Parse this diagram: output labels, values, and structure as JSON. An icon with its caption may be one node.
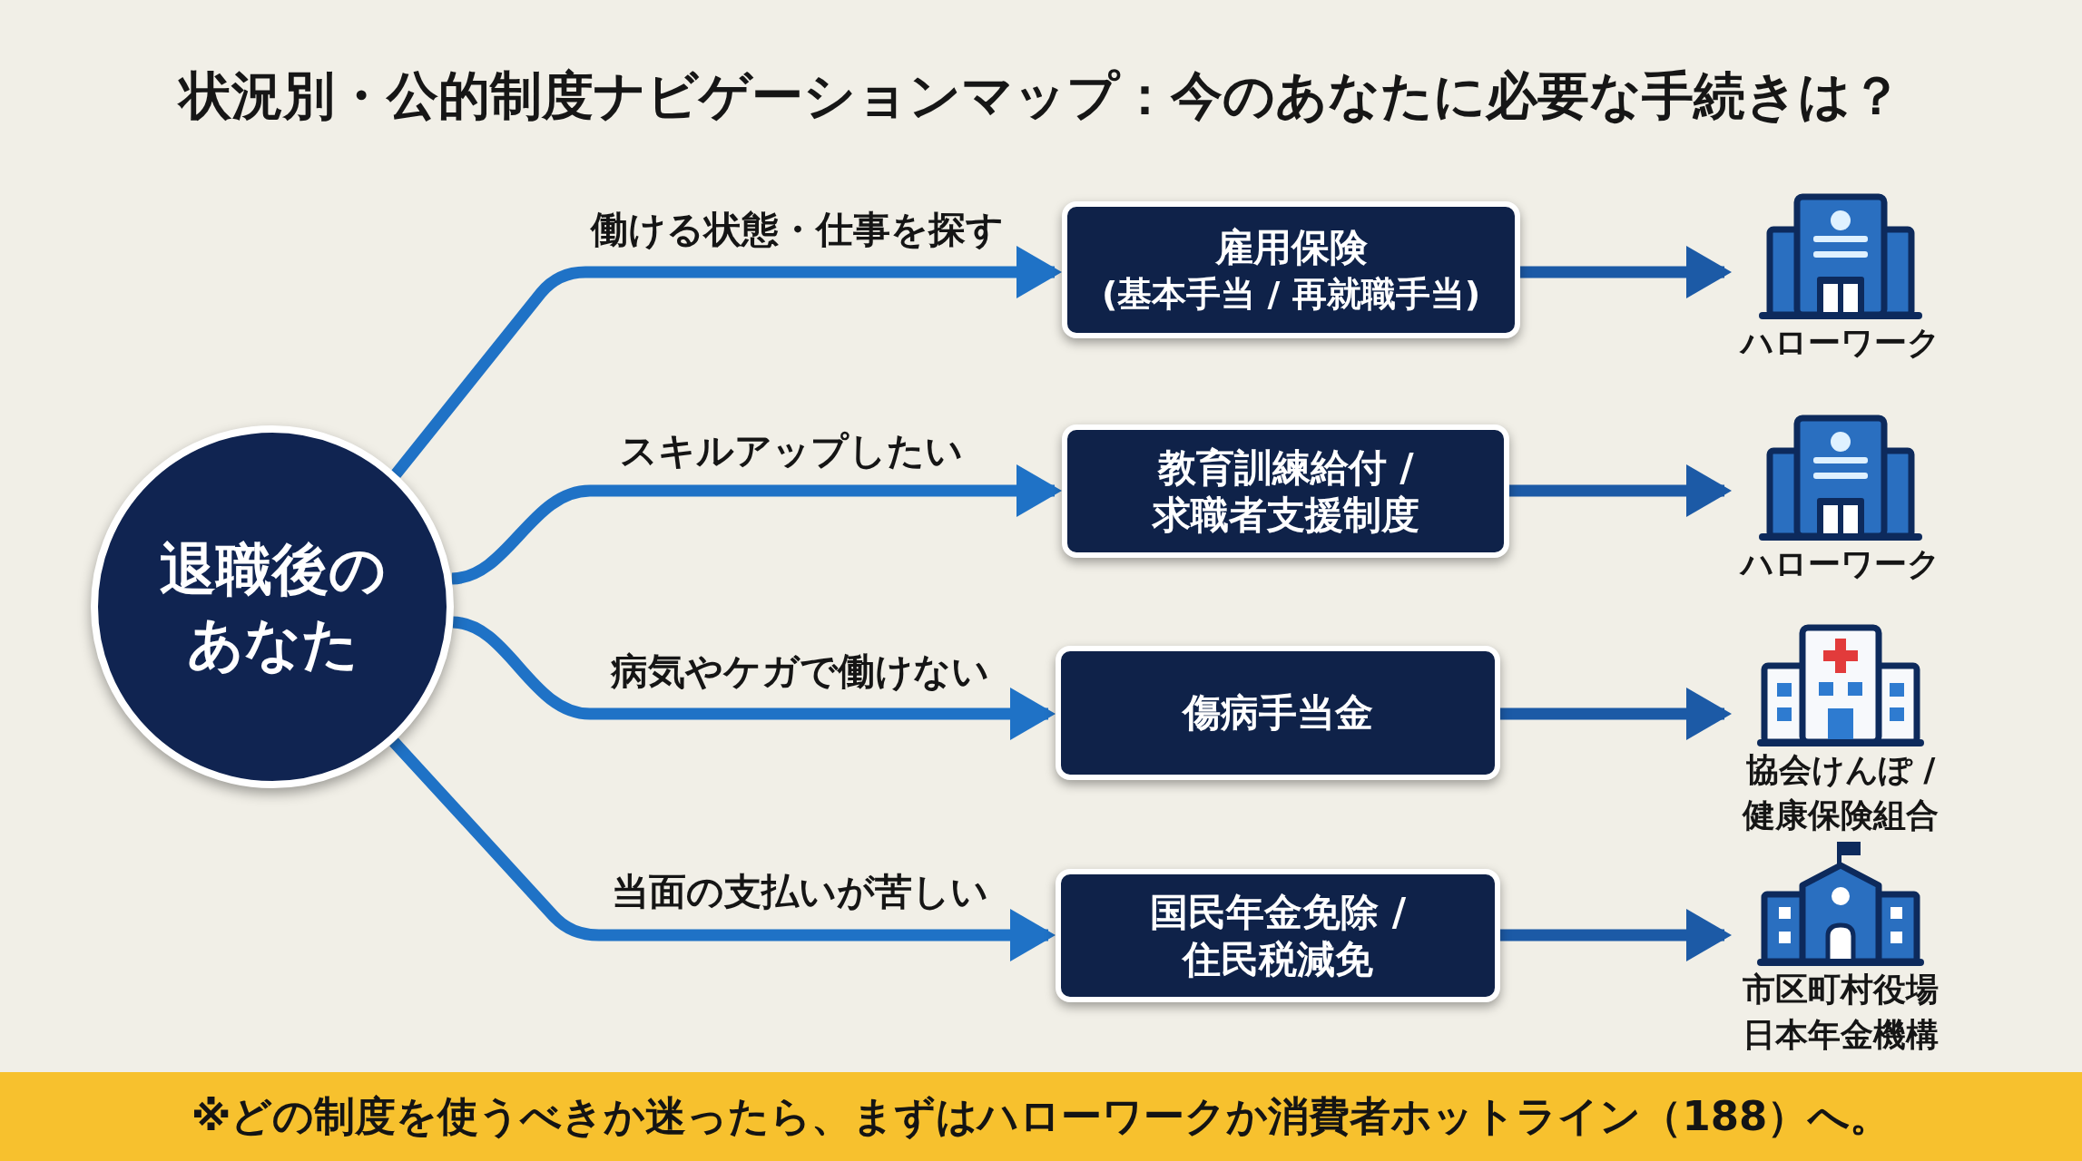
{
  "diagram": {
    "title": "状況別・公的制度ナビゲーションマップ：今のあなたに必要な手続きは？",
    "nodes": [
      {
        "text": [
          "退職後のあなた"
        ]
      },
      {
        "text": [
          "雇用保険",
          "(基本手当 / 再就職手当)"
        ]
      },
      {
        "text": [
          "教育訓練給付 / 求職者支援制度"
        ]
      },
      {
        "text": [
          "傷病手当金"
        ]
      },
      {
        "text": [
          "国民年金免除 / 住民税減免"
        ]
      },
      {
        "text": [],
        "shape": "picture",
        "beside": [
          "ハローワーク"
        ]
      },
      {
        "text": [],
        "shape": "picture",
        "beside": [
          "ハローワーク"
        ]
      },
      {
        "text": [],
        "shape": "picture",
        "beside": [
          "協会けんぽ / 健康保険組合"
        ]
      },
      {
        "text": [],
        "shape": "picture",
        "beside": [
          "市区町村役場",
          "日本年金機構"
        ]
      }
    ],
    "edges": [
      {
        "from": 0,
        "to": 1,
        "arrow": "to",
        "label": "働ける状態・仕事を探す"
      },
      {
        "from": 0,
        "to": 2,
        "arrow": "to",
        "label": "スキルアップしたい"
      },
      {
        "from": 0,
        "to": 3,
        "arrow": "to",
        "label": "病気やケガで働けない"
      },
      {
        "from": 0,
        "to": 4,
        "arrow": "to",
        "label": "当面の支払いが苦しい"
      },
      {
        "from": 1,
        "to": 5,
        "arrow": "to",
        "color": "#1c5aa6"
      },
      {
        "from": 2,
        "to": 6,
        "arrow": "to",
        "color": "#1c5aa6"
      },
      {
        "from": 3,
        "to": 7,
        "arrow": "to",
        "color": "#1c5aa6"
      },
      {
        "from": 4,
        "to": 8,
        "arrow": "to",
        "color": "#1c5aa6"
      }
    ],
    "labels": [
      "※どの制度を使うべきか迷ったら、まずはハローワークか消費者ホットライン（188）へ。"
    ]
  }
}
